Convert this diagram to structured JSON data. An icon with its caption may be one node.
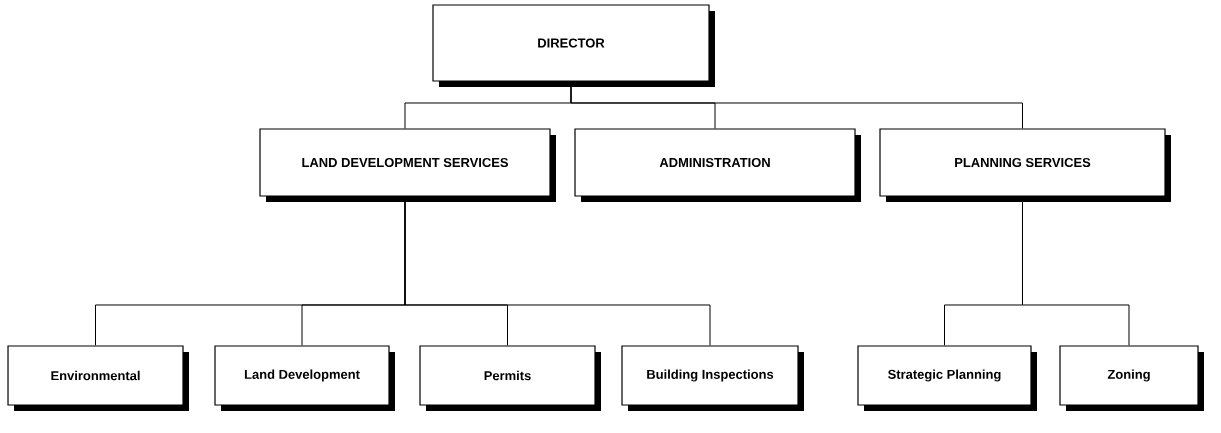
{
  "diagram": {
    "nodes": [
      {
        "text": [
          "DIRECTOR"
        ]
      },
      {
        "text": [
          "LAND DEVELOPMENT SERVICES"
        ]
      },
      {
        "text": [
          "ADMINISTRATION"
        ]
      },
      {
        "text": [
          "PLANNING SERVICES"
        ]
      },
      {
        "text": [
          "Environmental"
        ]
      },
      {
        "text": [
          "Land Development"
        ]
      },
      {
        "text": [
          "Permits"
        ]
      },
      {
        "text": [
          "Building Inspections"
        ]
      },
      {
        "text": [
          "Strategic Planning"
        ]
      },
      {
        "text": [
          "Zoning"
        ]
      }
    ],
    "edges": [
      {
        "from": 0,
        "to": 1,
        "arrow": "none"
      },
      {
        "from": 0,
        "to": 2,
        "arrow": "none"
      },
      {
        "from": 0,
        "to": 3,
        "arrow": "none"
      },
      {
        "from": 1,
        "to": 4,
        "arrow": "none"
      },
      {
        "from": 1,
        "to": 5,
        "arrow": "none"
      },
      {
        "from": 1,
        "to": 6,
        "arrow": "none"
      },
      {
        "from": 1,
        "to": 7,
        "arrow": "none"
      },
      {
        "from": 3,
        "to": 8,
        "arrow": "none"
      },
      {
        "from": 3,
        "to": 9,
        "arrow": "none"
      }
    ]
  }
}
